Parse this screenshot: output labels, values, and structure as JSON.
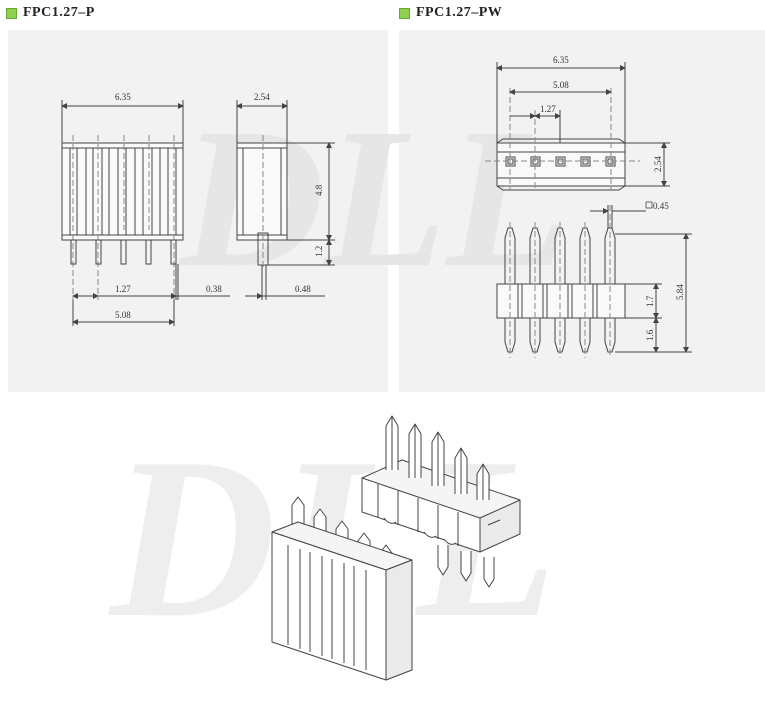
{
  "header_left": {
    "title": "FPC1.27–P"
  },
  "header_right": {
    "title": "FPC1.27–PW"
  },
  "watermark": "DLL",
  "colors": {
    "accent_square": "#8fd14f",
    "panel_bg": "#f2f2f2",
    "line": "#444444"
  },
  "p_front": {
    "dim_width": "6.35",
    "dim_pitch": "1.27",
    "dim_span": "5.08",
    "dim_pin": "0.38"
  },
  "p_side": {
    "dim_top": "2.54",
    "dim_height": "4.8",
    "dim_tail": "1.2",
    "dim_pin": "0.48"
  },
  "pw_top": {
    "dim_width": "6.35",
    "dim_span": "5.08",
    "dim_pitch": "1.27",
    "dim_depth": "2.54"
  },
  "pw_front": {
    "dim_pin": "0.45",
    "dim_total": "5.84",
    "dim_body": "1.7",
    "dim_tail": "1.6"
  }
}
